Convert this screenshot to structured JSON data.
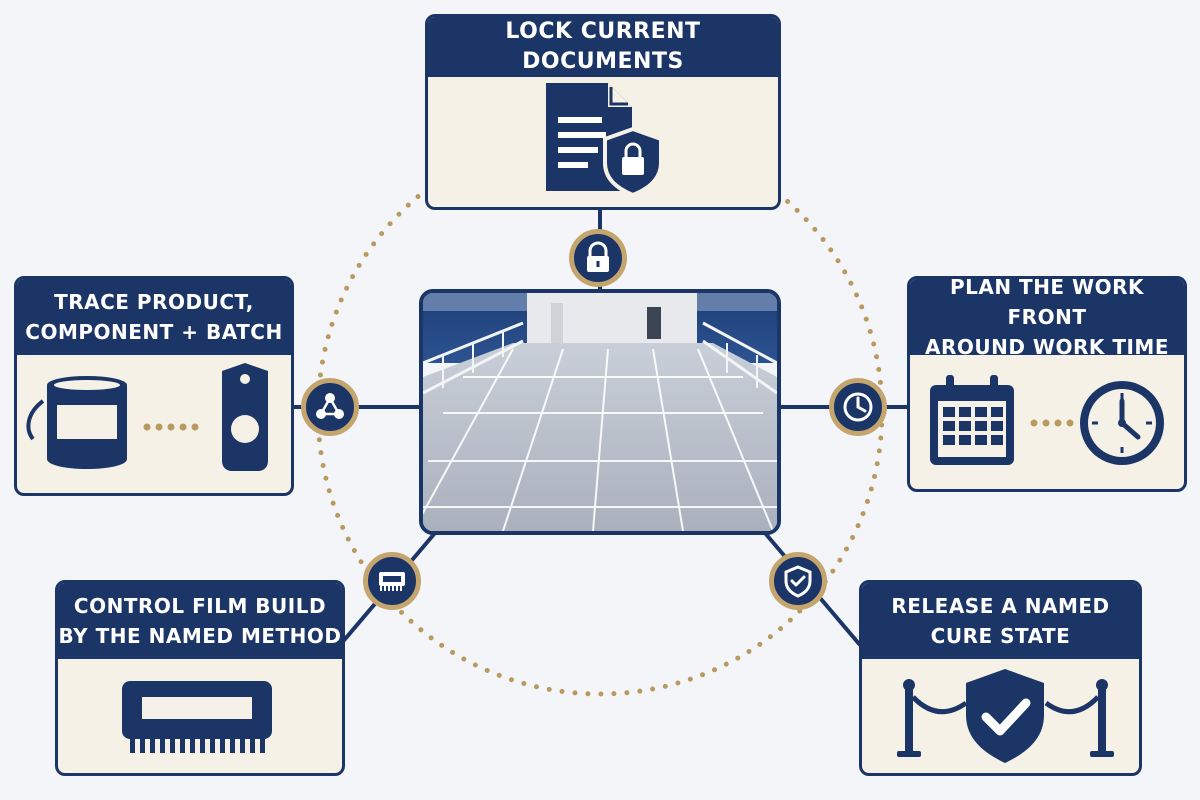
{
  "colors": {
    "navy": "#1c3567",
    "gold": "#c4a56e",
    "cream": "#f6f1e6",
    "background": "#f4f5f8"
  },
  "center": {
    "image": "coated ship deck with white grid lines and railings"
  },
  "cards": {
    "top": {
      "title_line1": "LOCK CURRENT DOCUMENTS",
      "icon": "document-shield-lock-icon"
    },
    "left": {
      "title_line1": "TRACE PRODUCT,",
      "title_line2": "COMPONENT + BATCH",
      "icons": [
        "paint-can-icon",
        "batch-tag-icon"
      ]
    },
    "right": {
      "title_line1": "PLAN THE WORK FRONT",
      "title_line2": "AROUND WORK TIME",
      "icons": [
        "calendar-icon",
        "clock-icon"
      ]
    },
    "bottom_left": {
      "title_line1": "CONTROL FILM BUILD",
      "title_line2": "BY THE NAMED METHOD",
      "icon": "film-gauge-icon"
    },
    "bottom_right": {
      "title_line1": "RELEASE A NAMED",
      "title_line2": "CURE STATE",
      "icon": "shield-check-barrier-icon"
    }
  },
  "hubs": [
    "lock-icon",
    "network-icon",
    "clock-icon",
    "gauge-icon",
    "shield-check-icon"
  ]
}
